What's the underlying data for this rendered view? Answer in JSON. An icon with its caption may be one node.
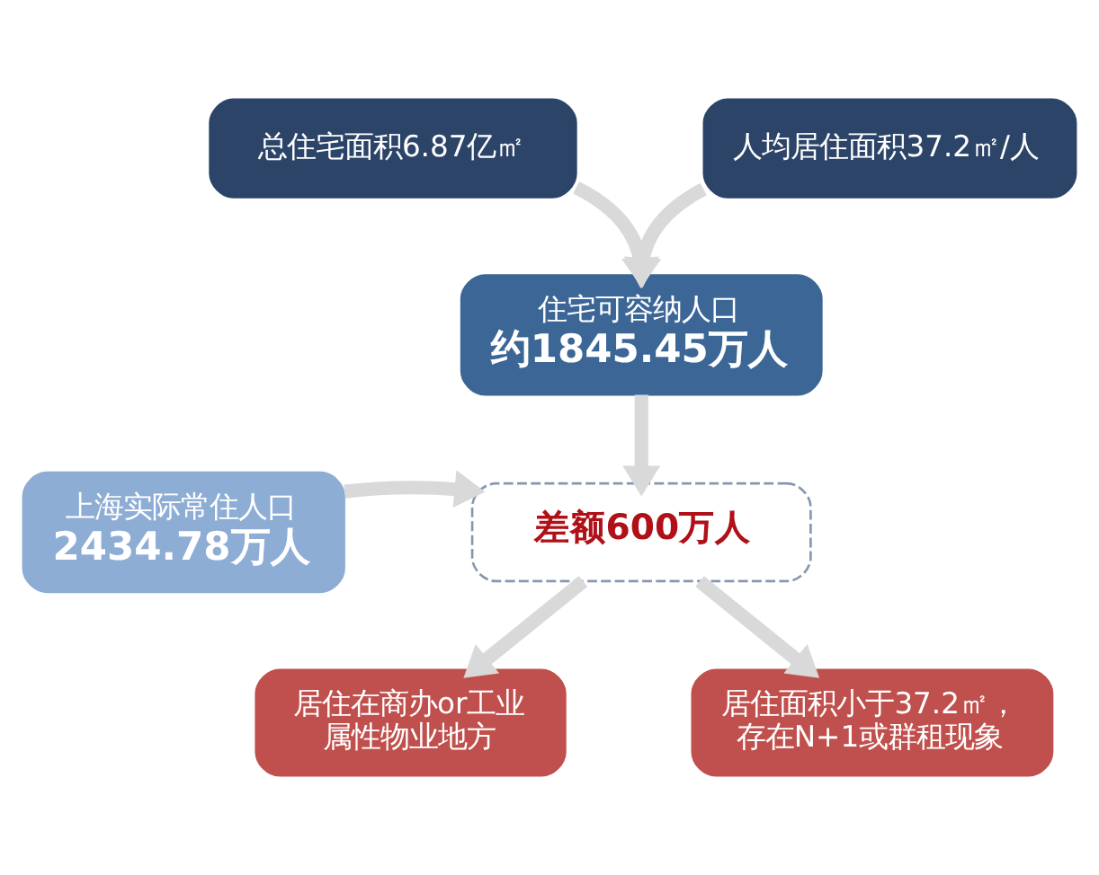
{
  "diagram": {
    "nodes": [
      {
        "text": [
          "总住宅面积6.87亿㎡"
        ]
      },
      {
        "text": [
          "人均居住面积37.2㎡/人"
        ]
      },
      {
        "text": [
          "住宅可容纳人口",
          "约1845.45万人"
        ]
      },
      {
        "text": [
          "上海实际常住人口",
          "2434.78万人"
        ]
      },
      {
        "text": [
          "差额600万人"
        ]
      },
      {
        "text": [
          "居住在商办or工业属性物业地方"
        ]
      },
      {
        "text": [
          "居住面积小于37.2㎡，存在N+1或群租现象"
        ]
      }
    ],
    "edges": [
      {
        "from": 0,
        "to": 2,
        "arrow": "to"
      },
      {
        "from": 1,
        "to": 2,
        "arrow": "to"
      },
      {
        "from": 2,
        "to": 4,
        "arrow": "to"
      },
      {
        "from": 3,
        "to": 4,
        "arrow": "to"
      },
      {
        "from": 4,
        "to": 5,
        "arrow": "to"
      },
      {
        "from": 4,
        "to": 6,
        "arrow": "to"
      }
    ]
  }
}
